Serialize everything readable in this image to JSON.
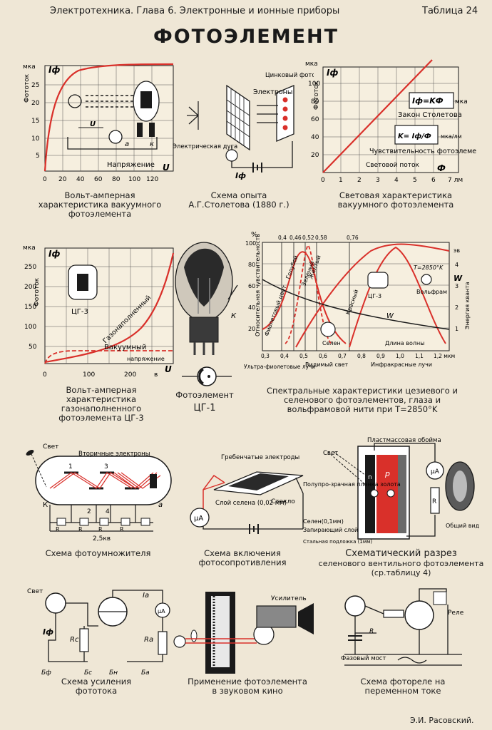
{
  "header": {
    "chapter": "Электротехника. Глава 6. Электронные и ионные приборы",
    "table": "Таблица 24",
    "title": "ФОТОЭЛЕМЕНТ",
    "author": "Э.И. Расовский."
  },
  "colors": {
    "background": "#efe7d6",
    "ink": "#1a1a1a",
    "accent_red": "#d9302a",
    "grid_cream": "#f6efdf"
  },
  "panel1": {
    "unit": "мка",
    "ylabel": "Фототок",
    "ysym": "Iф",
    "yticks": [
      "25",
      "20",
      "15",
      "10",
      "5"
    ],
    "xticks": [
      "0",
      "20",
      "40",
      "60",
      "80",
      "100",
      "120"
    ],
    "xlabel": "Напряжение",
    "xsym": "U",
    "u_label": "U",
    "a": "a",
    "k": "к",
    "caption": "Вольт-амперная характеристика вакуумного фотоэлемента"
  },
  "panel2": {
    "electrons": "Электроны",
    "cathode": "Цинковый фото-катод",
    "arc": "Электрическая дуга",
    "iphi": "Iф",
    "caption": "Схема опыта А.Г.Столетова (1880 г.)"
  },
  "panel3": {
    "unit": "мка",
    "ylabel": "Фототок",
    "ysym": "Iф",
    "yticks": [
      "100",
      "80",
      "60",
      "40",
      "20"
    ],
    "xticks": [
      "0",
      "1",
      "2",
      "3",
      "4",
      "5",
      "6",
      "7 лм"
    ],
    "formula1": "Iф=KФ",
    "formula1_unit": "мка",
    "law": "Закон Столетова",
    "formula2": "K= Iф/Ф",
    "formula2_unit": "мка/лм",
    "sensitivity": "Чувствительность фотоэлемента",
    "flux": "Световой поток",
    "phi": "Ф",
    "caption": "Световая характеристика вакуумного фотоэлемента"
  },
  "panel4": {
    "unit": "мка",
    "ylabel": "Фототок",
    "ysym": "Iф",
    "yticks": [
      "250",
      "200",
      "150",
      "100",
      "50"
    ],
    "xticks": [
      "0",
      "100",
      "200",
      "в"
    ],
    "device": "ЦГ-3",
    "gas": "Газонаполненный",
    "vac": "Вакуумный",
    "volt": "напряжение",
    "xsym": "U",
    "caption": "Вольт-амперная характеристика газонаполненного фотоэлемента ЦГ-3"
  },
  "panel5": {
    "k": "К",
    "label": "Фотоэлемент",
    "model": "ЦГ-1"
  },
  "panel6": {
    "pct": "%",
    "left_label": "Относительная чувствительность",
    "yticks": [
      "100",
      "80",
      "60",
      "40",
      "20"
    ],
    "right_ticks": [
      "эв",
      "4",
      "3",
      "2",
      "1"
    ],
    "right_label": "Энергия кванта",
    "w": "W",
    "top_ticks": [
      "0,4",
      "0,46",
      "0,52",
      "0,58",
      "0,76"
    ],
    "bottom_ticks": [
      "0,3",
      "0,4",
      "0,5",
      "0,6",
      "0,7",
      "0,8",
      "0,9",
      "1,0",
      "1,1",
      "1,2 мкм"
    ],
    "colors": [
      "Фиолетовый цвет",
      "Голубой",
      "Зеленый",
      "Желтый",
      "Красный"
    ],
    "cg3": "ЦГ-3",
    "tungsten": "Вольфрам",
    "temp": "T=2850°K",
    "selen": "Селен",
    "wave": "Длина волны",
    "uv": "Ультра-фиолетовые лучи",
    "visible": "Видимый свет",
    "ir": "Инфракрасные лучи",
    "caption": "Спектральные характеристики цезиевого и селенового фотоэлементов, глаза и вольфрамовой нити при T=2850°K"
  },
  "panel7": {
    "light": "Свет",
    "secondary": "Вторичные электроны",
    "k": "К",
    "a": "a",
    "nums": [
      "1",
      "2",
      "3",
      "4"
    ],
    "r": "R",
    "volt": "2,5кв",
    "caption": "Схема фотоумножителя"
  },
  "panel8": {
    "electrodes": "Гребенчатые электроды",
    "layer": "Слой селена (0,02 мм)",
    "glass": "Стекло",
    "ua": "μA",
    "caption": "Схема включения фотосопротивления"
  },
  "panel9": {
    "frame": "Пластмассовая обойма",
    "light": "Свет",
    "ua": "μA",
    "r": "R",
    "gold": "Полупро-зрачная пленка золота",
    "selen": "Селен(0,1мм)",
    "barrier": "Запирающий слой",
    "steel": "Стальная подложка (1мм)",
    "view": "Общий вид",
    "n": "n",
    "p": "p",
    "caption_main": "Схематический разрез",
    "caption_sub": "селенового вентильного фотоэлемента (ср.таблицу 4)"
  },
  "panel10": {
    "light": "Свет",
    "ia": "Ia",
    "iphi": "Iф",
    "rc": "Rc",
    "ra": "Ra",
    "ua": "μA",
    "batteries": [
      "Бф",
      "Бс",
      "Бн",
      "Бa"
    ],
    "caption": "Схема усиления фототока"
  },
  "panel11": {
    "amp": "Усилитель",
    "caption": "Применение фотоэлемента в звуковом кино"
  },
  "panel12": {
    "relay": "Реле",
    "bridge": "Фазовый мост",
    "r": "R",
    "caption": "Схема фотореле на переменном токе"
  }
}
